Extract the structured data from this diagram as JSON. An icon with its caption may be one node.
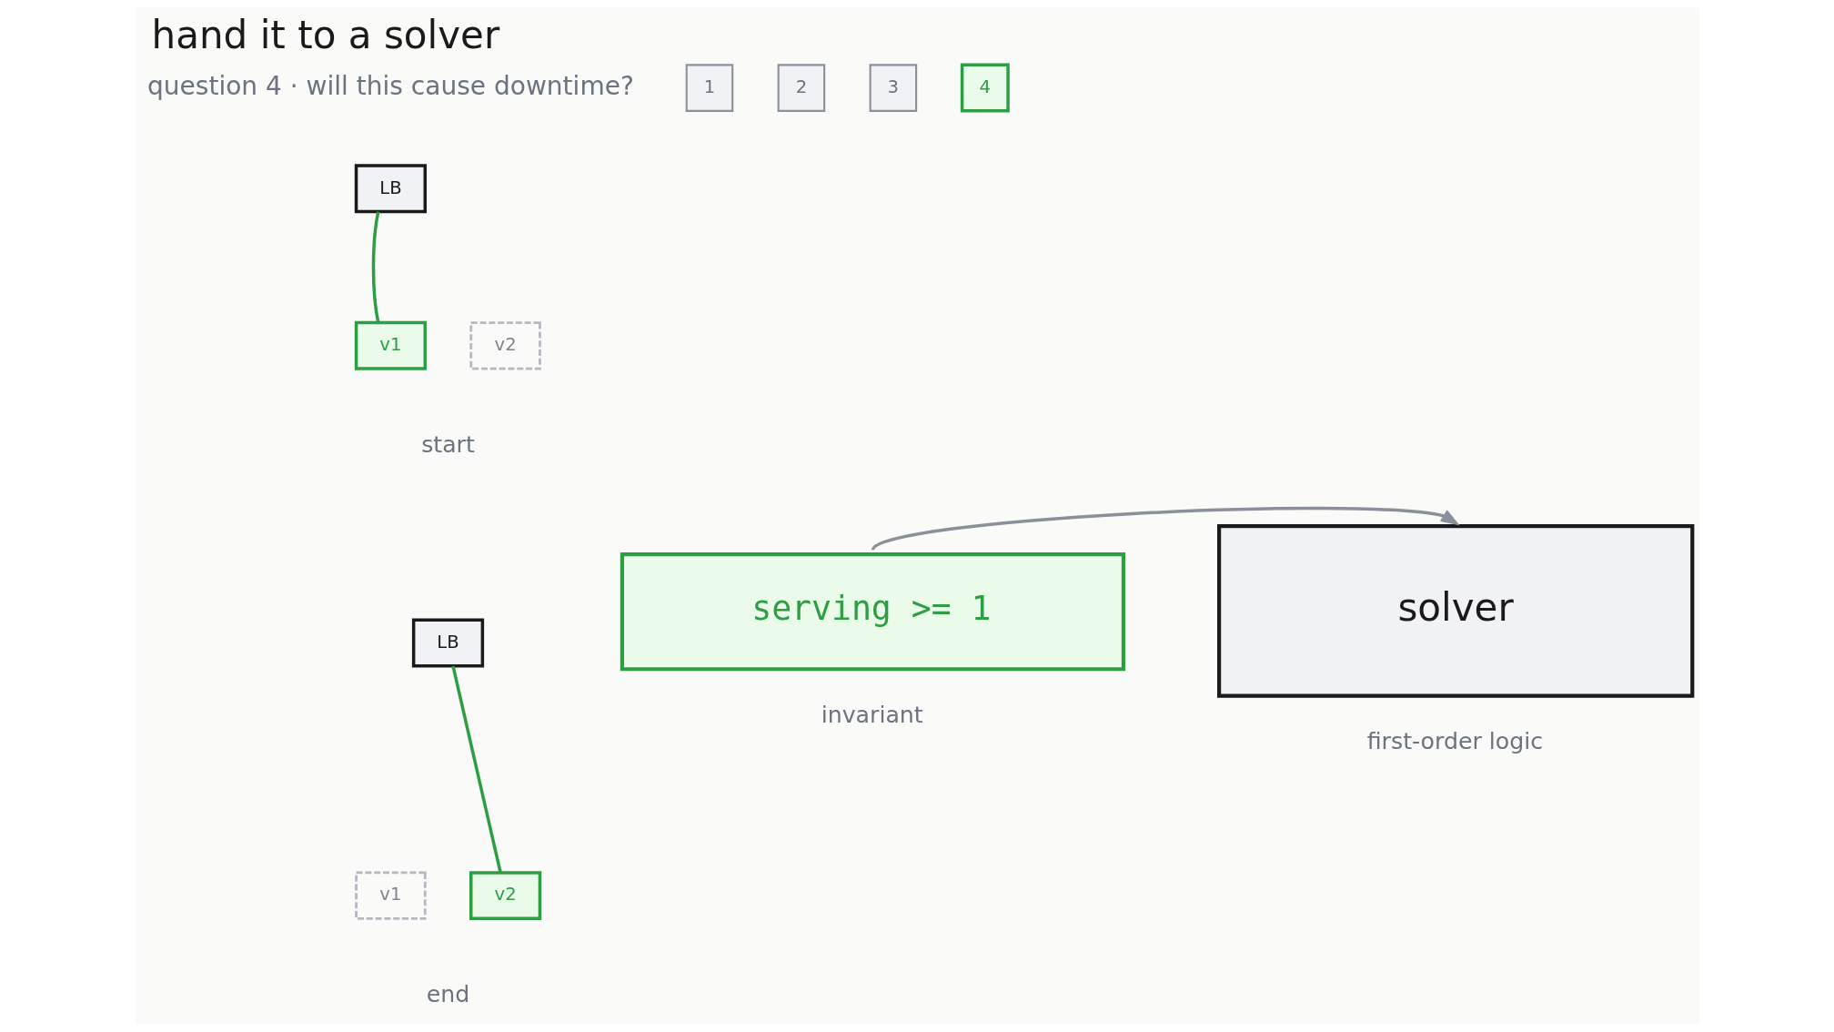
{
  "diagram": {
    "title": "hand it to a solver",
    "nodes": [
      {
        "text": [
          "LB"
        ]
      },
      {
        "text": [
          "v1"
        ]
      },
      {
        "text": [
          "v2"
        ]
      },
      {
        "text": [
          "LB"
        ]
      },
      {
        "text": [
          "v1"
        ]
      },
      {
        "text": [
          "v2"
        ]
      },
      {
        "text": [
          "serving >= 1"
        ],
        "beside": [
          "invariant"
        ]
      },
      {
        "text": [
          "solver"
        ],
        "beside": [
          "first-order logic"
        ]
      },
      {
        "text": [
          "1"
        ]
      },
      {
        "text": [
          "2"
        ]
      },
      {
        "text": [
          "3"
        ]
      },
      {
        "text": [
          "4"
        ]
      }
    ],
    "edges": [
      {
        "from": 0,
        "to": 1,
        "arrow": "none"
      },
      {
        "from": 3,
        "to": 5,
        "arrow": "none"
      },
      {
        "from": 6,
        "to": 7,
        "arrow": "to",
        "color": "#8a9099"
      }
    ],
    "labels": [
      "question 4 · will this cause downtime?",
      "start",
      "end"
    ]
  }
}
